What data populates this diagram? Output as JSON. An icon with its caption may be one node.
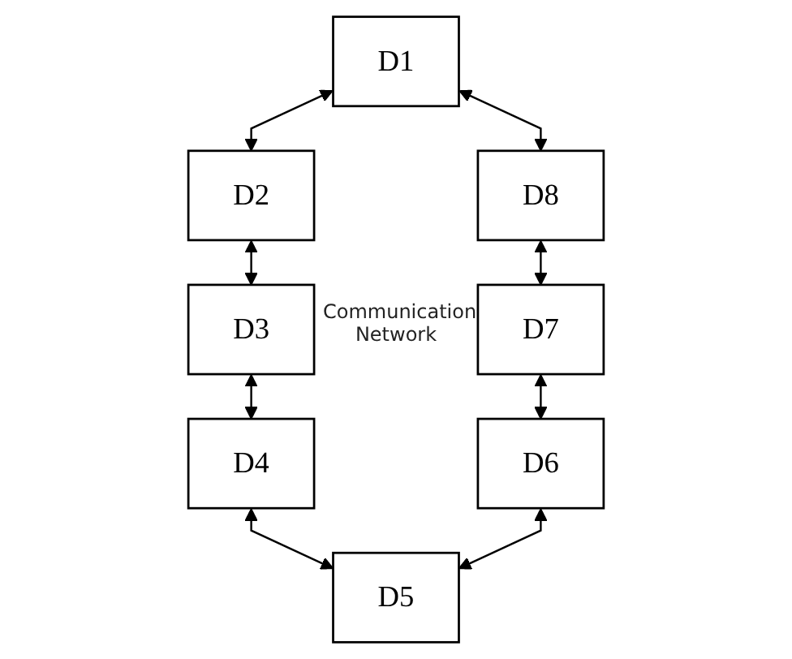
{
  "diagram": {
    "nodes": [
      {
        "text": [
          "D1"
        ]
      },
      {
        "text": [
          "D2"
        ]
      },
      {
        "text": [
          "D3"
        ]
      },
      {
        "text": [
          "D4"
        ]
      },
      {
        "text": [
          "D5"
        ]
      },
      {
        "text": [
          "D6"
        ]
      },
      {
        "text": [
          "D7"
        ]
      },
      {
        "text": [
          "D8"
        ]
      }
    ],
    "edges": [
      {
        "from": 0,
        "to": 1,
        "arrow": "both"
      },
      {
        "from": 1,
        "to": 2,
        "arrow": "both"
      },
      {
        "from": 2,
        "to": 3,
        "arrow": "both"
      },
      {
        "from": 3,
        "to": 4,
        "arrow": "both"
      },
      {
        "from": 4,
        "to": 5,
        "arrow": "both"
      },
      {
        "from": 5,
        "to": 6,
        "arrow": "both"
      },
      {
        "from": 6,
        "to": 7,
        "arrow": "both"
      },
      {
        "from": 7,
        "to": 0,
        "arrow": "both"
      }
    ],
    "labels": [
      "Communication Network"
    ]
  }
}
